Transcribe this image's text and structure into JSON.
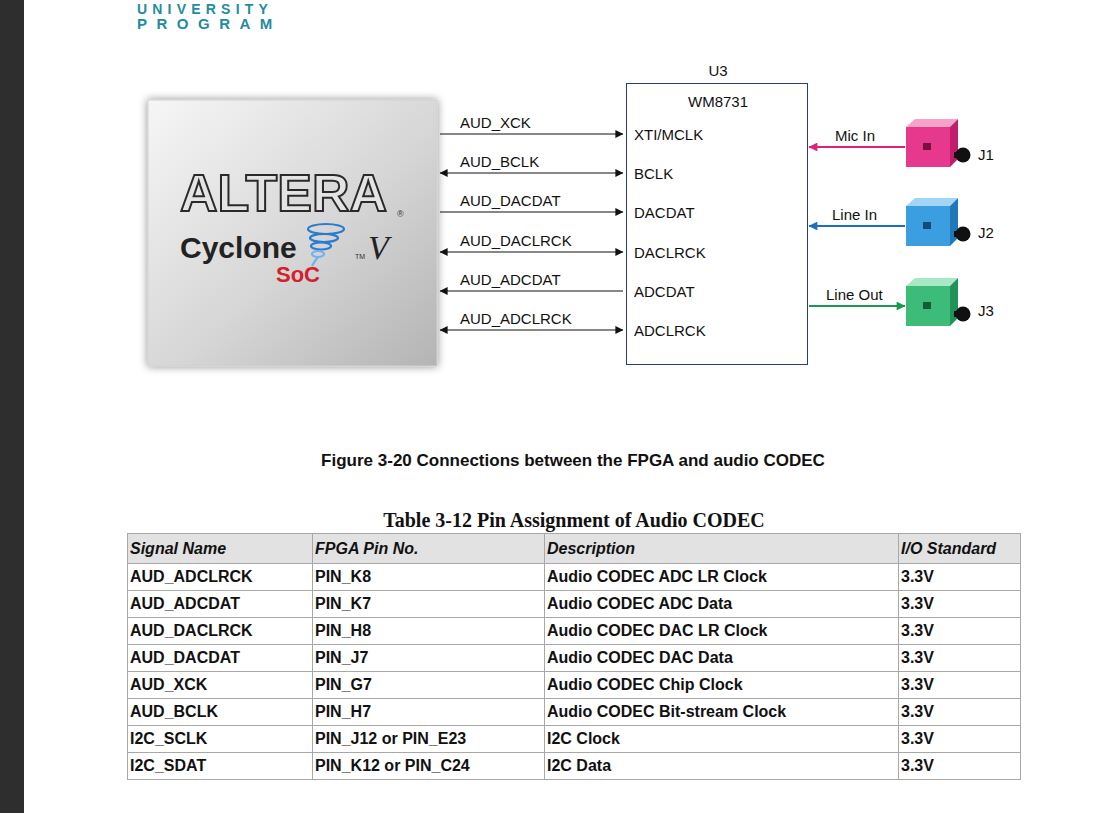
{
  "diagram": {
    "caption": "Figure 3-20 Connections between the FPGA and audio CODEC",
    "nodes": [
      {
        "text": [
          "ALTERA",
          "Cyclone",
          "V",
          "SoC"
        ]
      },
      {
        "text": [
          "U3",
          "WM8731",
          "XTI/MCLK",
          "BCLK",
          "DACDAT",
          "DACLRCK",
          "ADCDAT",
          "ADCLRCK"
        ]
      },
      {
        "text": [
          "J1"
        ]
      },
      {
        "text": [
          "J2"
        ]
      },
      {
        "text": [
          "J3"
        ]
      }
    ],
    "edges": [
      {
        "from": 0,
        "to": 1,
        "label": "AUD_XCK",
        "arrow": "to"
      },
      {
        "from": 0,
        "to": 1,
        "label": "AUD_BCLK",
        "arrow": "both"
      },
      {
        "from": 0,
        "to": 1,
        "label": "AUD_DACDAT",
        "arrow": "to"
      },
      {
        "from": 0,
        "to": 1,
        "label": "AUD_DACLRCK",
        "arrow": "both"
      },
      {
        "from": 1,
        "to": 0,
        "label": "AUD_ADCDAT",
        "arrow": "to"
      },
      {
        "from": 0,
        "to": 1,
        "label": "AUD_ADCLRCK",
        "arrow": "both"
      },
      {
        "from": 2,
        "to": 1,
        "label": "Mic In",
        "arrow": "to"
      },
      {
        "from": 3,
        "to": 1,
        "label": "Line In",
        "arrow": "to"
      },
      {
        "from": 1,
        "to": 4,
        "label": "Line Out",
        "arrow": "to"
      }
    ],
    "labels": [
      "UNIVERSITY",
      "PROGRAM",
      "®",
      "TM",
      "Table 3-12 Pin Assignment of Audio CODEC",
      "Signal Name",
      "FPGA Pin No.",
      "Description",
      "I/O Standard",
      "AUD_ADCLRCK",
      "PIN_K8",
      "Audio CODEC ADC LR Clock",
      "3.3V",
      "AUD_ADCDAT",
      "PIN_K7",
      "Audio CODEC ADC Data",
      "3.3V",
      "AUD_DACLRCK",
      "PIN_H8",
      "Audio CODEC DAC LR Clock",
      "3.3V",
      "AUD_DACDAT",
      "PIN_J7",
      "Audio CODEC DAC Data",
      "3.3V",
      "AUD_XCK",
      "PIN_G7",
      "Audio CODEC Chip Clock",
      "3.3V",
      "AUD_BCLK",
      "PIN_H7",
      "Audio CODEC Bit-stream Clock",
      "3.3V",
      "I2C_SCLK",
      "PIN_J12 or PIN_E23",
      "I2C Clock",
      "3.3V",
      "I2C_SDAT",
      "PIN_K12 or PIN_C24",
      "I2C Data",
      "3.3V"
    ]
  }
}
